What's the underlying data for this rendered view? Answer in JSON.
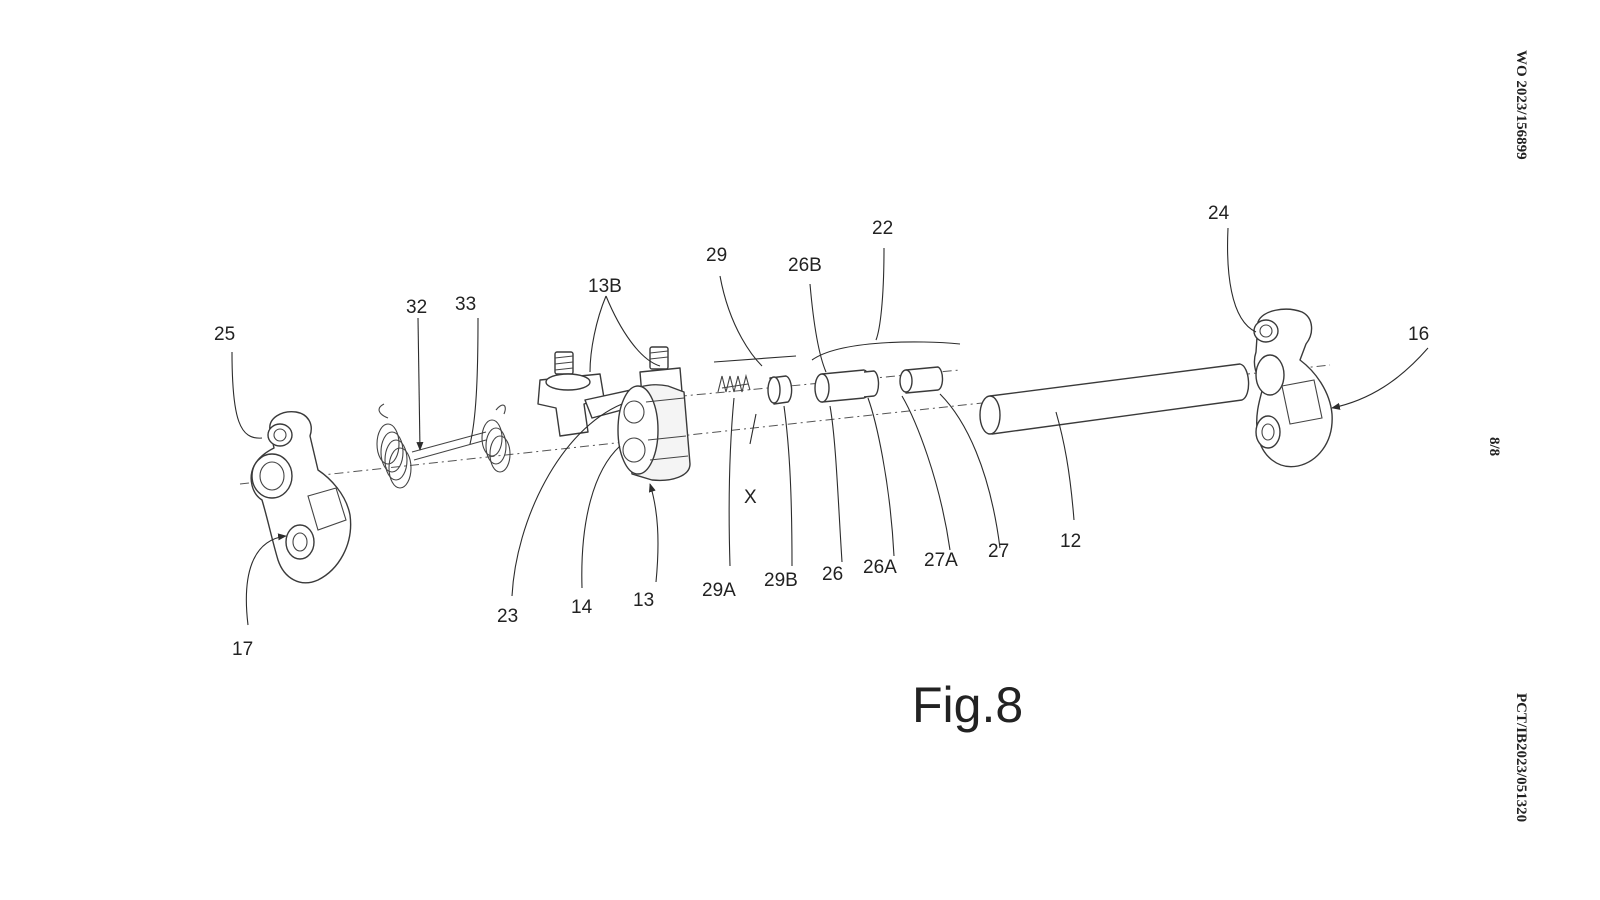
{
  "figure_title": "Fig.8",
  "side_text": {
    "publication_number": "WO 2023/156899",
    "sheet": "8/8",
    "application_number": "PCT/IB2023/051320"
  },
  "labels": {
    "l25": "25",
    "l17": "17",
    "l32": "32",
    "l33": "33",
    "l13B": "13B",
    "l23": "23",
    "l14": "14",
    "l13": "13",
    "l29": "29",
    "lX": "X",
    "l29A": "29A",
    "l29B": "29B",
    "l26B": "26B",
    "l22": "22",
    "l26": "26",
    "l26A": "26A",
    "l27A": "27A",
    "l27": "27",
    "l12": "12",
    "l24": "24",
    "l16": "16"
  }
}
